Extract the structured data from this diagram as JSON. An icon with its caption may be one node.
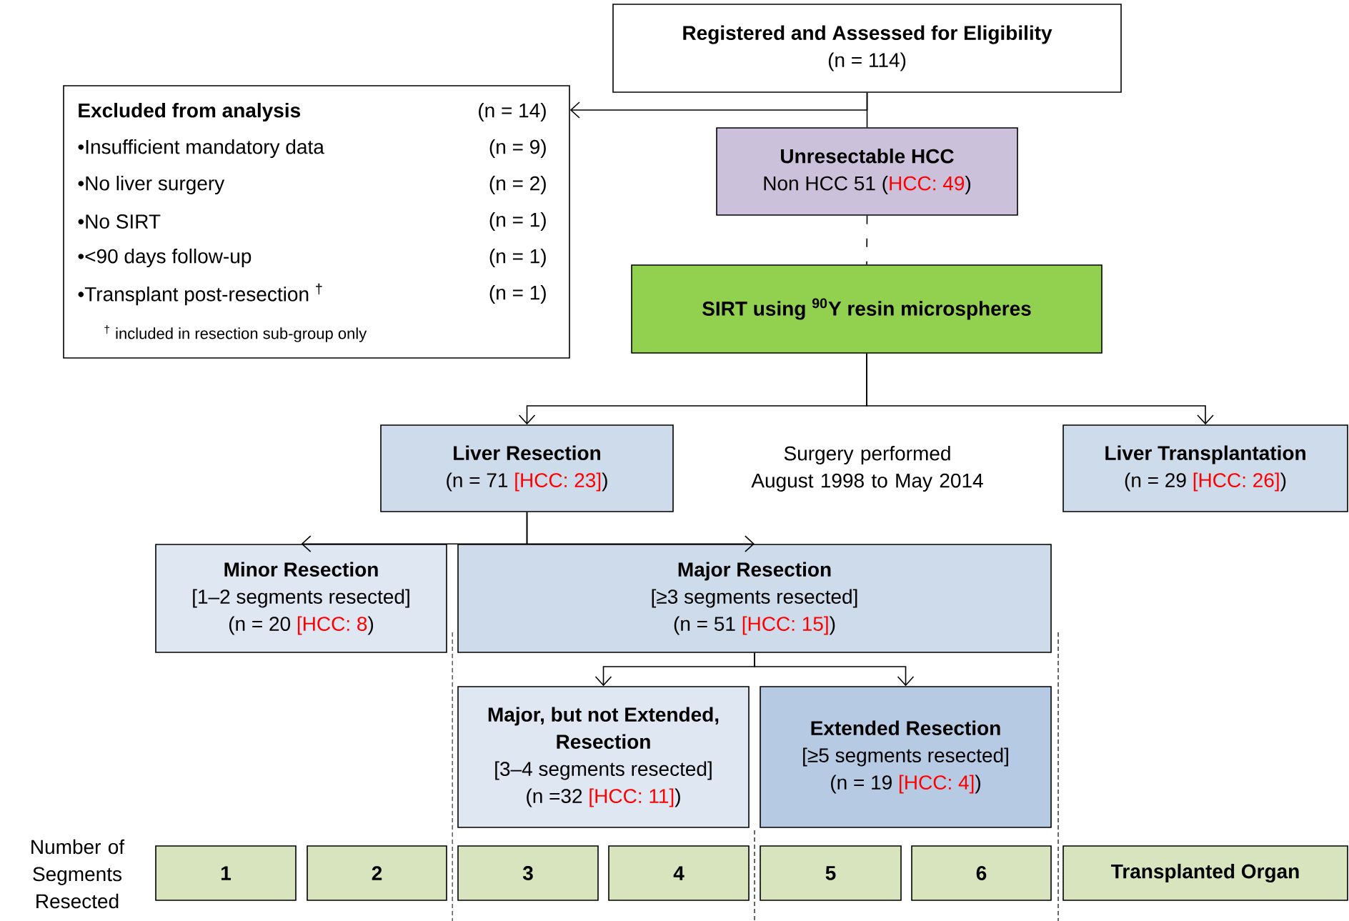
{
  "diagram": {
    "nodes": [
      {
        "text": [
          "Registered and Assessed for Eligibility",
          "(n = 114)"
        ]
      },
      {
        "text": [
          "Excluded from analysis",
          "(n = 14)",
          "•Insufficient mandatory data",
          "(n = 9)",
          "•No liver surgery",
          "(n = 2)",
          "•No SIRT",
          "(n = 1)",
          "•<90 days follow-up",
          "(n = 1)",
          "•Transplant post-resection $^{†}$",
          "(n = 1)",
          "$^{†}$ included in resection sub-group only"
        ]
      },
      {
        "text": [
          "Unresectable HCC",
          "Non HCC 51 (",
          "HCC: 49",
          ")"
        ]
      },
      {
        "text": [
          "SIRT using $^{90}$Y resin microspheres"
        ]
      },
      {
        "text": [
          "Liver Resection",
          "(n = 71 ",
          "[HCC: 23]",
          ")"
        ]
      },
      {
        "text": [
          "Liver Transplantation",
          "(n = 29 ",
          "[HCC: 26]",
          ")"
        ]
      },
      {
        "text": [
          "Minor Resection",
          "[1–2 segments resected]",
          "(n = 20 ",
          "[HCC: 8",
          ")"
        ]
      },
      {
        "text": [
          "Major Resection",
          "[≥3 segments resected]",
          "(n = 51 ",
          "[HCC: 15]",
          ")"
        ]
      },
      {
        "text": [
          "Major, but not Extended, Resection",
          "[3–4 segments resected]",
          "(n =32 ",
          "[HCC: 11]",
          ")"
        ]
      },
      {
        "text": [
          "Extended Resection",
          "[≥5 segments resected]",
          "(n = 19 ",
          "[HCC: 4]",
          ")"
        ]
      },
      {
        "text": [
          "1"
        ]
      },
      {
        "text": [
          "2"
        ]
      },
      {
        "text": [
          "3"
        ]
      },
      {
        "text": [
          "4"
        ]
      },
      {
        "text": [
          "5"
        ]
      },
      {
        "text": [
          "6"
        ]
      },
      {
        "text": [
          "Transplanted Organ"
        ]
      }
    ],
    "edges": [
      {
        "from": 0,
        "to": 1,
        "arrow": "to"
      },
      {
        "from": 0,
        "to": 2,
        "arrow": "none"
      },
      {
        "from": 2,
        "to": 3,
        "arrow": "none",
        "style": "dashed"
      },
      {
        "from": 3,
        "to": 4,
        "arrow": "to"
      },
      {
        "from": 3,
        "to": 5,
        "arrow": "to"
      },
      {
        "from": 4,
        "to": 6,
        "arrow": "to"
      },
      {
        "from": 4,
        "to": 7,
        "arrow": "to"
      },
      {
        "from": 7,
        "to": 8,
        "arrow": "to"
      },
      {
        "from": 7,
        "to": 9,
        "arrow": "to"
      }
    ],
    "labels": [
      "Surgery performed August 1998 to May 2014",
      "Number of Segments Resected"
    ]
  }
}
